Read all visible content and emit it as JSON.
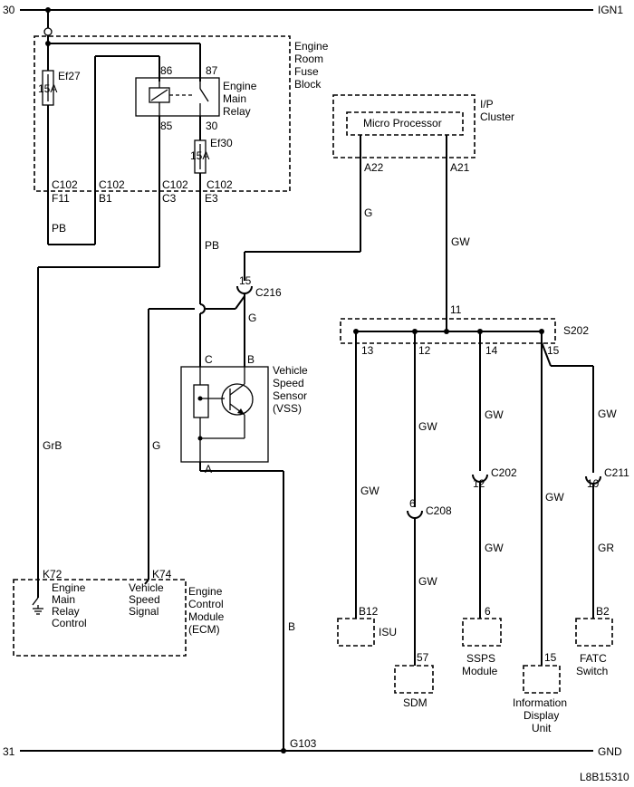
{
  "rails": {
    "top_left": "30",
    "top_right": "IGN1",
    "bottom_left": "31",
    "bottom_right": "GND"
  },
  "fuse_block": {
    "line1": "Engine",
    "line2": "Room",
    "line3": "Fuse",
    "line4": "Block"
  },
  "fuses": {
    "ef27": {
      "name": "Ef27",
      "rating": "15A"
    },
    "ef30": {
      "name": "Ef30",
      "rating": "15A"
    }
  },
  "relay": {
    "pin86": "86",
    "pin87": "87",
    "pin85": "85",
    "pin30": "30",
    "line1": "Engine",
    "line2": "Main",
    "line3": "Relay"
  },
  "connector_c102": {
    "name": "C102",
    "pins": [
      "F11",
      "B1",
      "C3",
      "E3"
    ]
  },
  "cluster": {
    "processor": "Micro Processor",
    "line1": "I/P",
    "line2": "Cluster",
    "pin_a22": "A22",
    "pin_a21": "A21"
  },
  "splice": {
    "name": "S202",
    "in_pin": "11",
    "pins": [
      "13",
      "12",
      "14",
      "15"
    ]
  },
  "c216": {
    "name": "C216",
    "pin": "15"
  },
  "vss": {
    "pin_c": "C",
    "pin_b": "B",
    "pin_a": "A",
    "line1": "Vehicle",
    "line2": "Speed",
    "line3": "Sensor",
    "line4": "(VSS)"
  },
  "ecm": {
    "pin_k72": "K72",
    "pin_k74": "K74",
    "k72_l1": "Engine",
    "k72_l2": "Main",
    "k72_l3": "Relay",
    "k72_l4": "Control",
    "k74_l1": "Vehicle",
    "k74_l2": "Speed",
    "k74_l3": "Signal",
    "line1": "Engine",
    "line2": "Control",
    "line3": "Module",
    "line4": "(ECM)"
  },
  "wires": {
    "pb1": "PB",
    "pb2": "PB",
    "g_cluster": "G",
    "gw_cluster": "GW",
    "g_c216": "G",
    "grb": "GrB",
    "g_ecm": "G",
    "b_ground": "B",
    "gw_13": "GW",
    "gw_12a": "GW",
    "gw_12b": "GW",
    "gw_14a": "GW",
    "gw_14b": "GW",
    "gw_15": "GW",
    "gw_15b": "GW",
    "gr_fatc": "GR"
  },
  "connectors": {
    "c208": "C208",
    "c208_pin": "6",
    "c202": "C202",
    "c202_pin": "12",
    "c211": "C211",
    "c211_pin": "10"
  },
  "modules": {
    "isu": {
      "pin": "B12",
      "name": "ISU"
    },
    "sdm": {
      "pin": "57",
      "name": "SDM"
    },
    "ssps": {
      "pin": "6",
      "line1": "SSPS",
      "line2": "Module"
    },
    "info": {
      "pin": "15",
      "line1": "Information",
      "line2": "Display",
      "line3": "Unit"
    },
    "fatc": {
      "pin": "B2",
      "line1": "FATC",
      "line2": "Switch"
    }
  },
  "ground": {
    "name": "G103"
  },
  "figure_id": "L8B15310"
}
